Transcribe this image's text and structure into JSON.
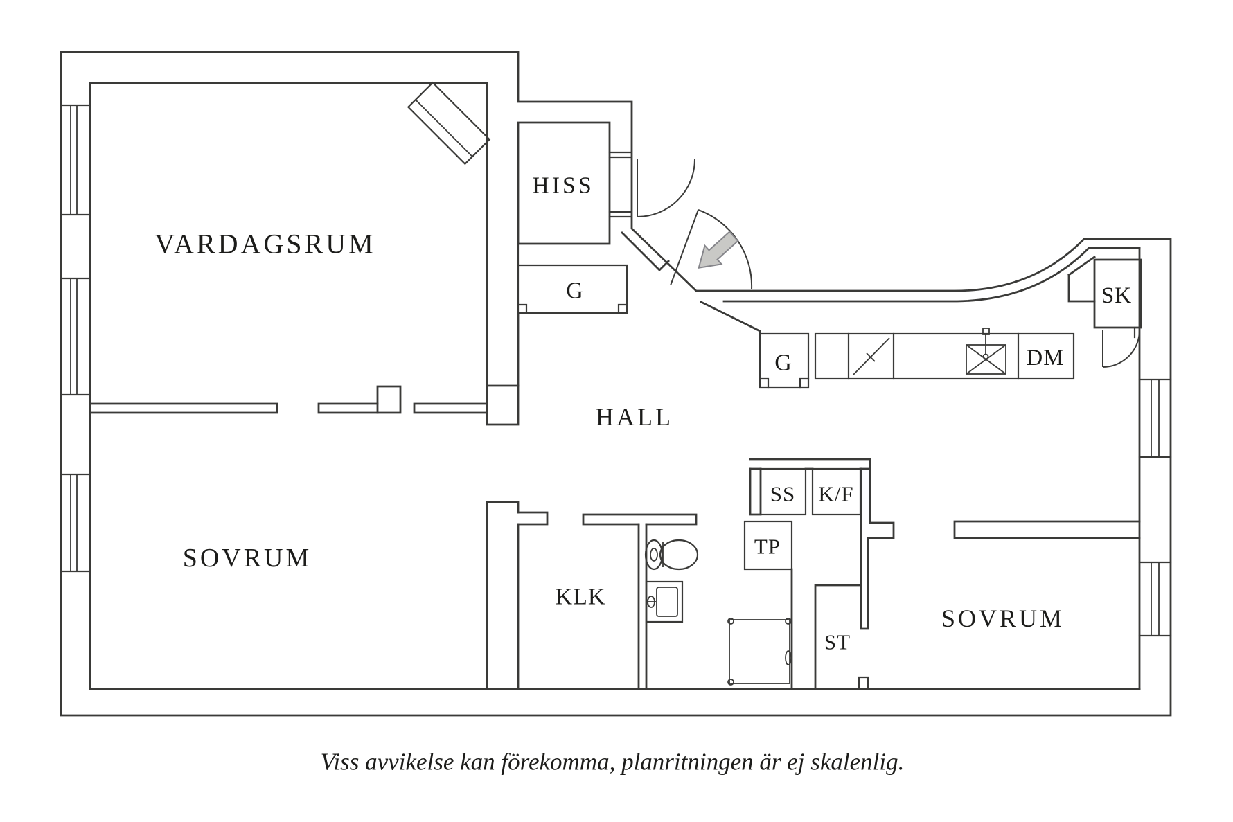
{
  "floorplan": {
    "rooms": {
      "vardagsrum": "VARDAGSRUM",
      "hiss": "HISS",
      "hall": "HALL",
      "sovrum_left": "SOVRUM",
      "klk": "KLK",
      "sovrum_right": "SOVRUM"
    },
    "closets": {
      "g_entry": "G",
      "g_kitchen": "G",
      "sk": "SK",
      "st": "ST",
      "ss": "SS",
      "tp": "TP"
    },
    "appliances": {
      "dm": "DM",
      "kf": "K/F"
    },
    "caption": "Viss avvikelse kan förekomma, planritningen är ej skalenlig.",
    "colors": {
      "line": "#3a3a38",
      "text": "#1c1c1a",
      "arrow_fill": "#c9c9c6",
      "arrow_stroke": "#85858a",
      "background": "#ffffff"
    }
  }
}
